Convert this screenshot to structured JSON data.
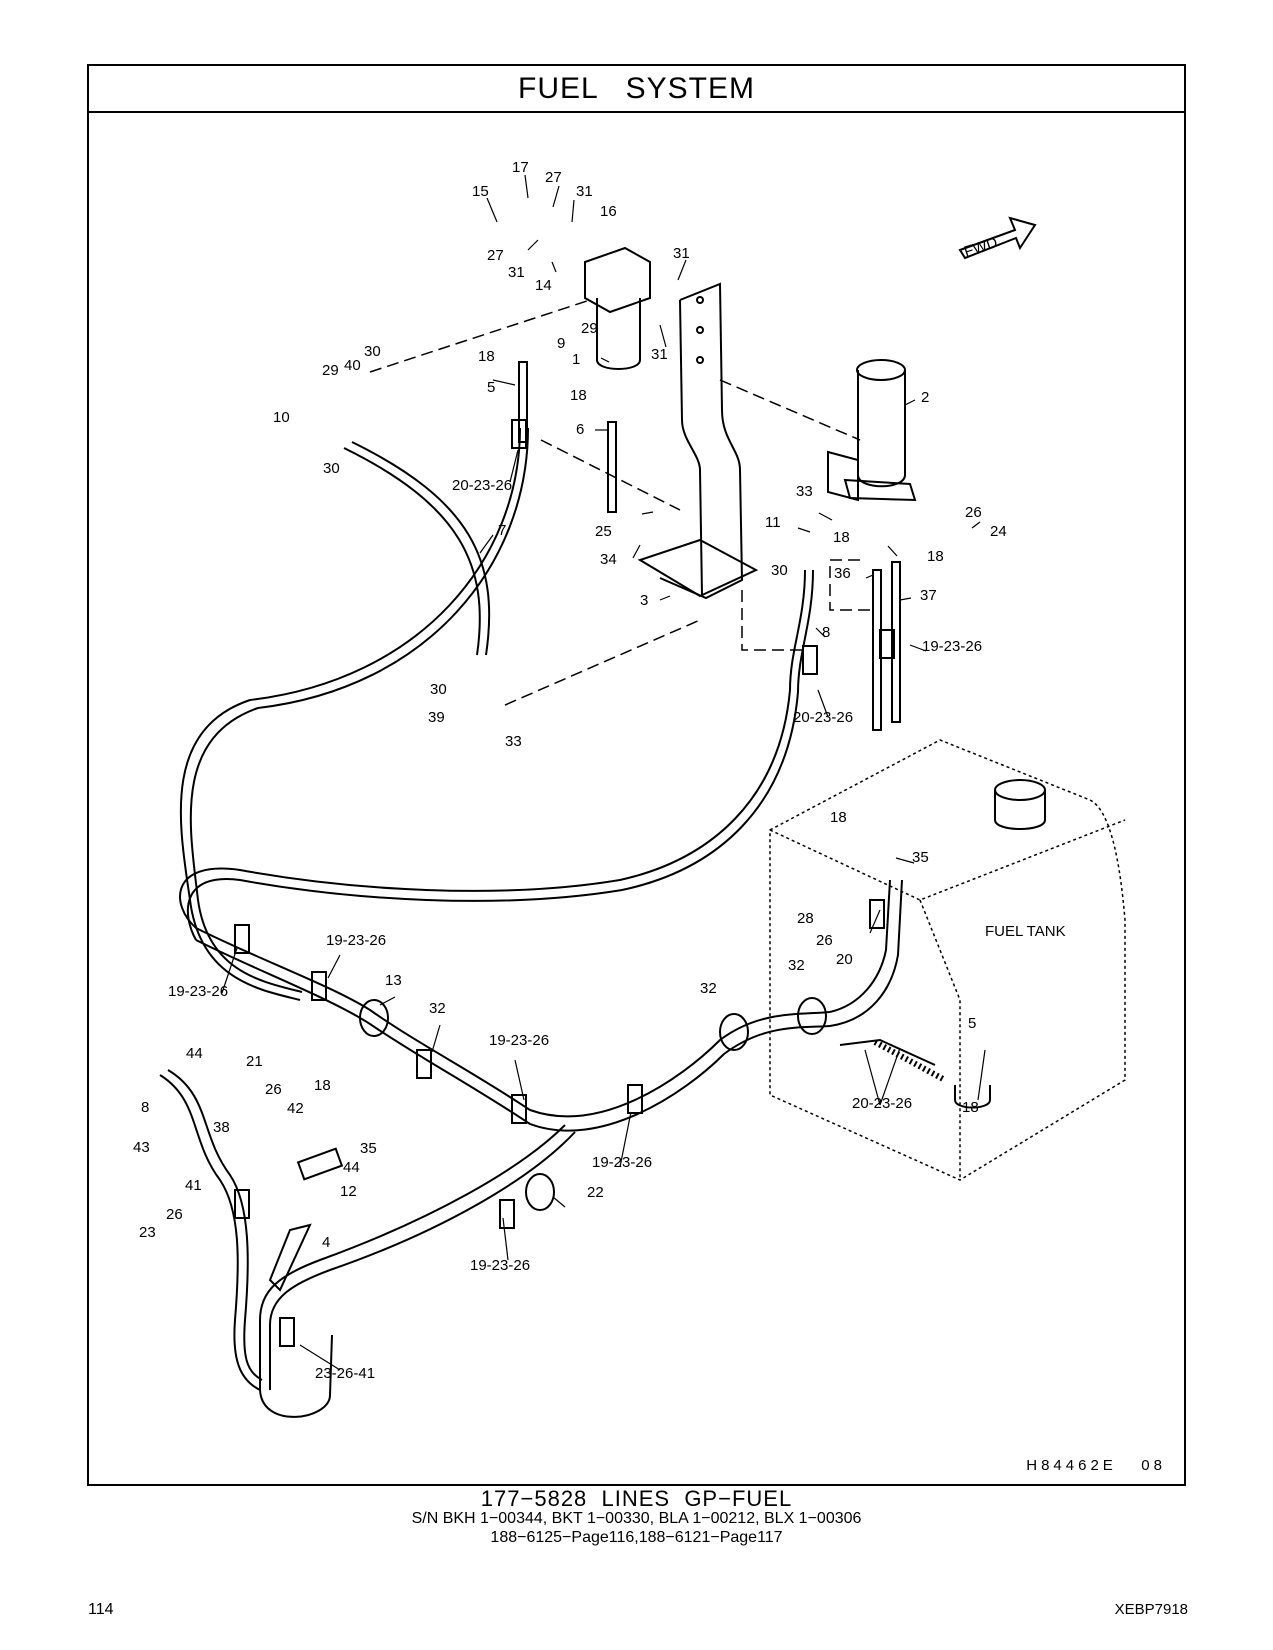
{
  "header": {
    "title": "FUEL   SYSTEM"
  },
  "drawing_id": "H84462E   08",
  "tank_label": "FUEL TANK",
  "fwd_label": "FWD",
  "callouts": [
    "17",
    "15",
    "27",
    "31",
    "16",
    "27",
    "31",
    "14",
    "31",
    "29",
    "9",
    "31",
    "1",
    "18",
    "30",
    "40",
    "29",
    "5",
    "10",
    "18",
    "6",
    "2",
    "30",
    "20-23-26",
    "7",
    "33",
    "25",
    "11",
    "26",
    "24",
    "18",
    "34",
    "18",
    "30",
    "36",
    "37",
    "3",
    "8",
    "19-23-26",
    "30",
    "39",
    "33",
    "20-23-26",
    "18",
    "35",
    "28",
    "26",
    "20",
    "32",
    "32",
    "19-23-26",
    "13",
    "19-23-26",
    "32",
    "19-23-26",
    "5",
    "44",
    "21",
    "26",
    "18",
    "8",
    "42",
    "38",
    "35",
    "44",
    "43",
    "12",
    "41",
    "26",
    "22",
    "23",
    "4",
    "19-23-26",
    "20-23-26",
    "18",
    "19-23-26",
    "19-23-26",
    "23-26-41"
  ],
  "caption": {
    "title": "177−5828  LINES  GP−FUEL",
    "serials": "S/N BKH 1−00344, BKT 1−00330, BLA 1−00212, BLX 1−00306",
    "references": "188−6125−Page116,188−6121−Page117"
  },
  "footer": {
    "page_number": "114",
    "doc_code": "XEBP7918"
  }
}
